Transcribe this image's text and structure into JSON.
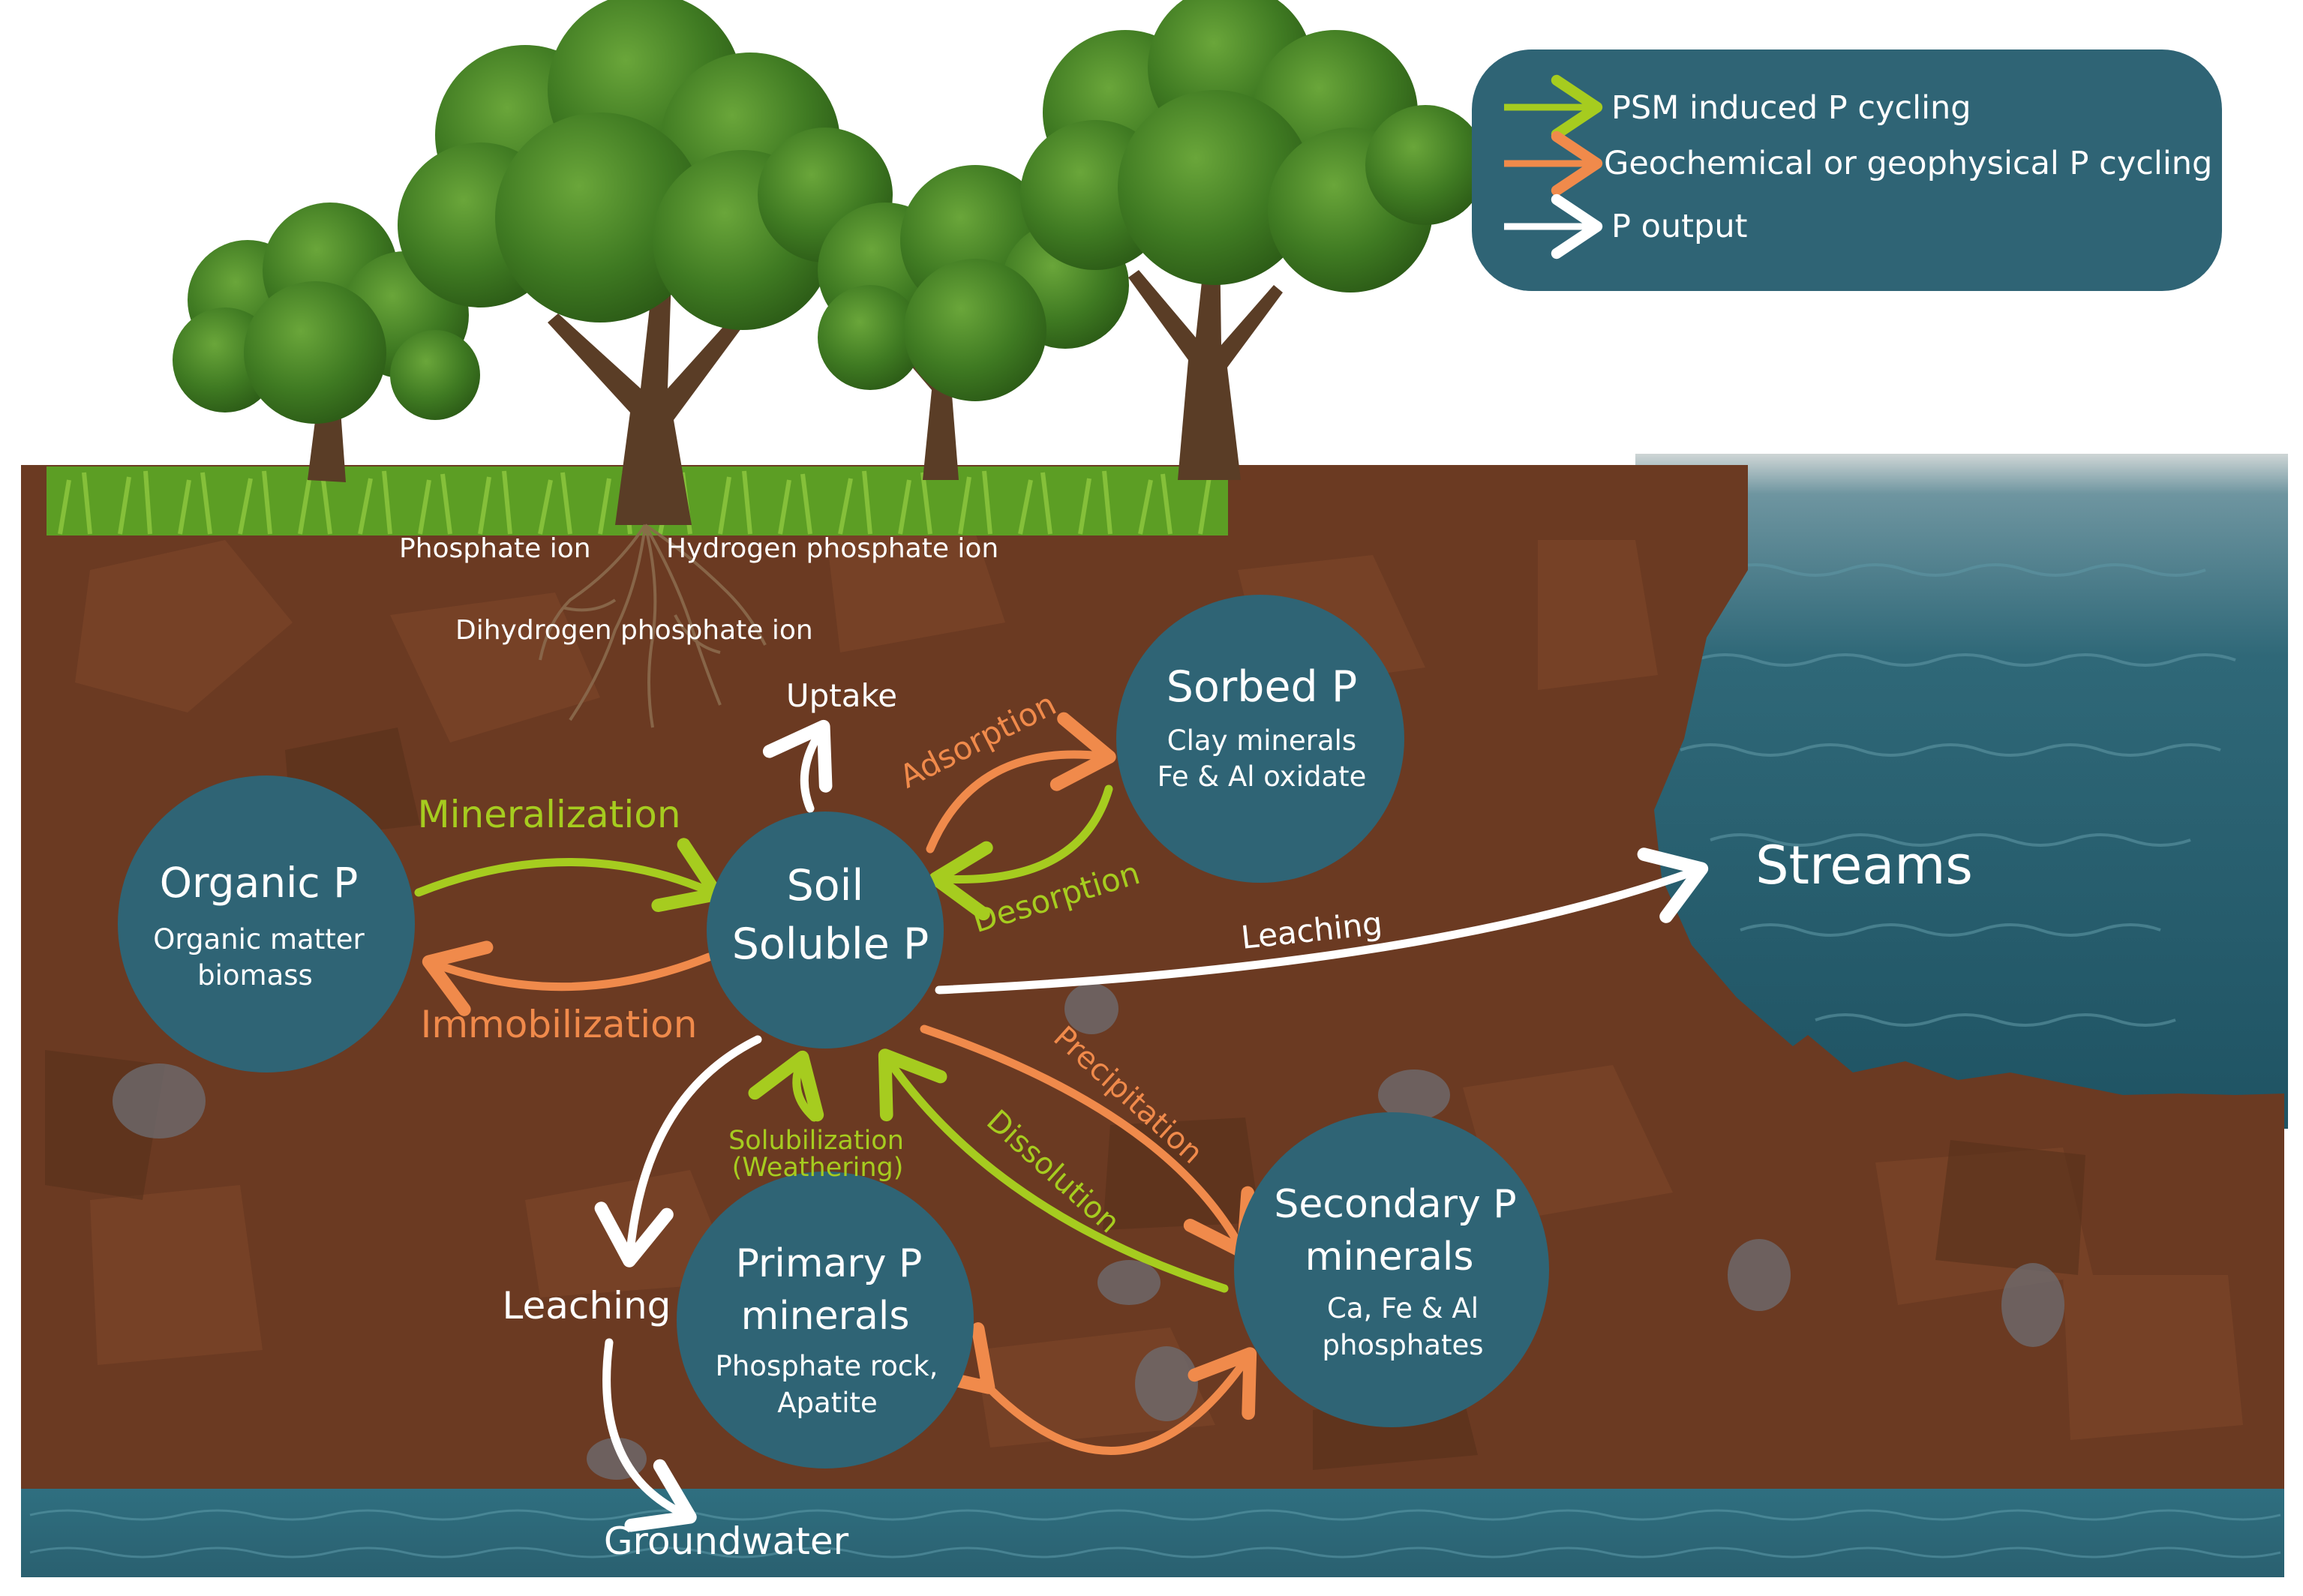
{
  "legend": {
    "items": [
      {
        "label": "PSM induced P cycling",
        "color": "#a6cc1f"
      },
      {
        "label": "Geochemical or geophysical P cycling",
        "color": "#f08a4b"
      },
      {
        "label": "P output",
        "color": "#ffffff"
      }
    ]
  },
  "labels": {
    "phosphate_ion": "Phosphate ion",
    "hydrogen_phosphate_ion": "Hydrogen phosphate ion",
    "dihydrogen_phosphate_ion": "Dihydrogen phosphate ion",
    "uptake": "Uptake",
    "streams": "Streams",
    "leaching_streams": "Leaching",
    "leaching_ground": "Leaching",
    "groundwater": "Groundwater"
  },
  "nodes": {
    "organic": {
      "title": "Organic P",
      "sub1": "Organic matter",
      "sub2": "biomass"
    },
    "soluble": {
      "title1": "Soil",
      "title2": "Soluble P"
    },
    "sorbed": {
      "title": "Sorbed P",
      "sub1": "Clay minerals",
      "sub2": "Fe & Al oxidate"
    },
    "primary": {
      "title1": "Primary P",
      "title2": "minerals",
      "sub1": "Phosphate rock,",
      "sub2": "Apatite"
    },
    "secondary": {
      "title1": "Secondary P",
      "title2": "minerals",
      "sub1": "Ca, Fe & Al",
      "sub2": "phosphates"
    }
  },
  "processes": {
    "mineralization": "Mineralization",
    "immobilization": "Immobilization",
    "adsorption": "Adsorption",
    "desorption": "Desorption",
    "precipitation": "Precipitation",
    "dissolution": "Dissolution",
    "solubilization1": "Solubilization",
    "solubilization2": "(Weathering)"
  },
  "colors": {
    "soil": "#6b3a22",
    "node": "#2f6475",
    "psm": "#a6cc1f",
    "geo": "#f08a4b",
    "output": "#ffffff",
    "water": "#2d6878",
    "grass": "#6cae2a",
    "foliage": "#3f7a22"
  }
}
